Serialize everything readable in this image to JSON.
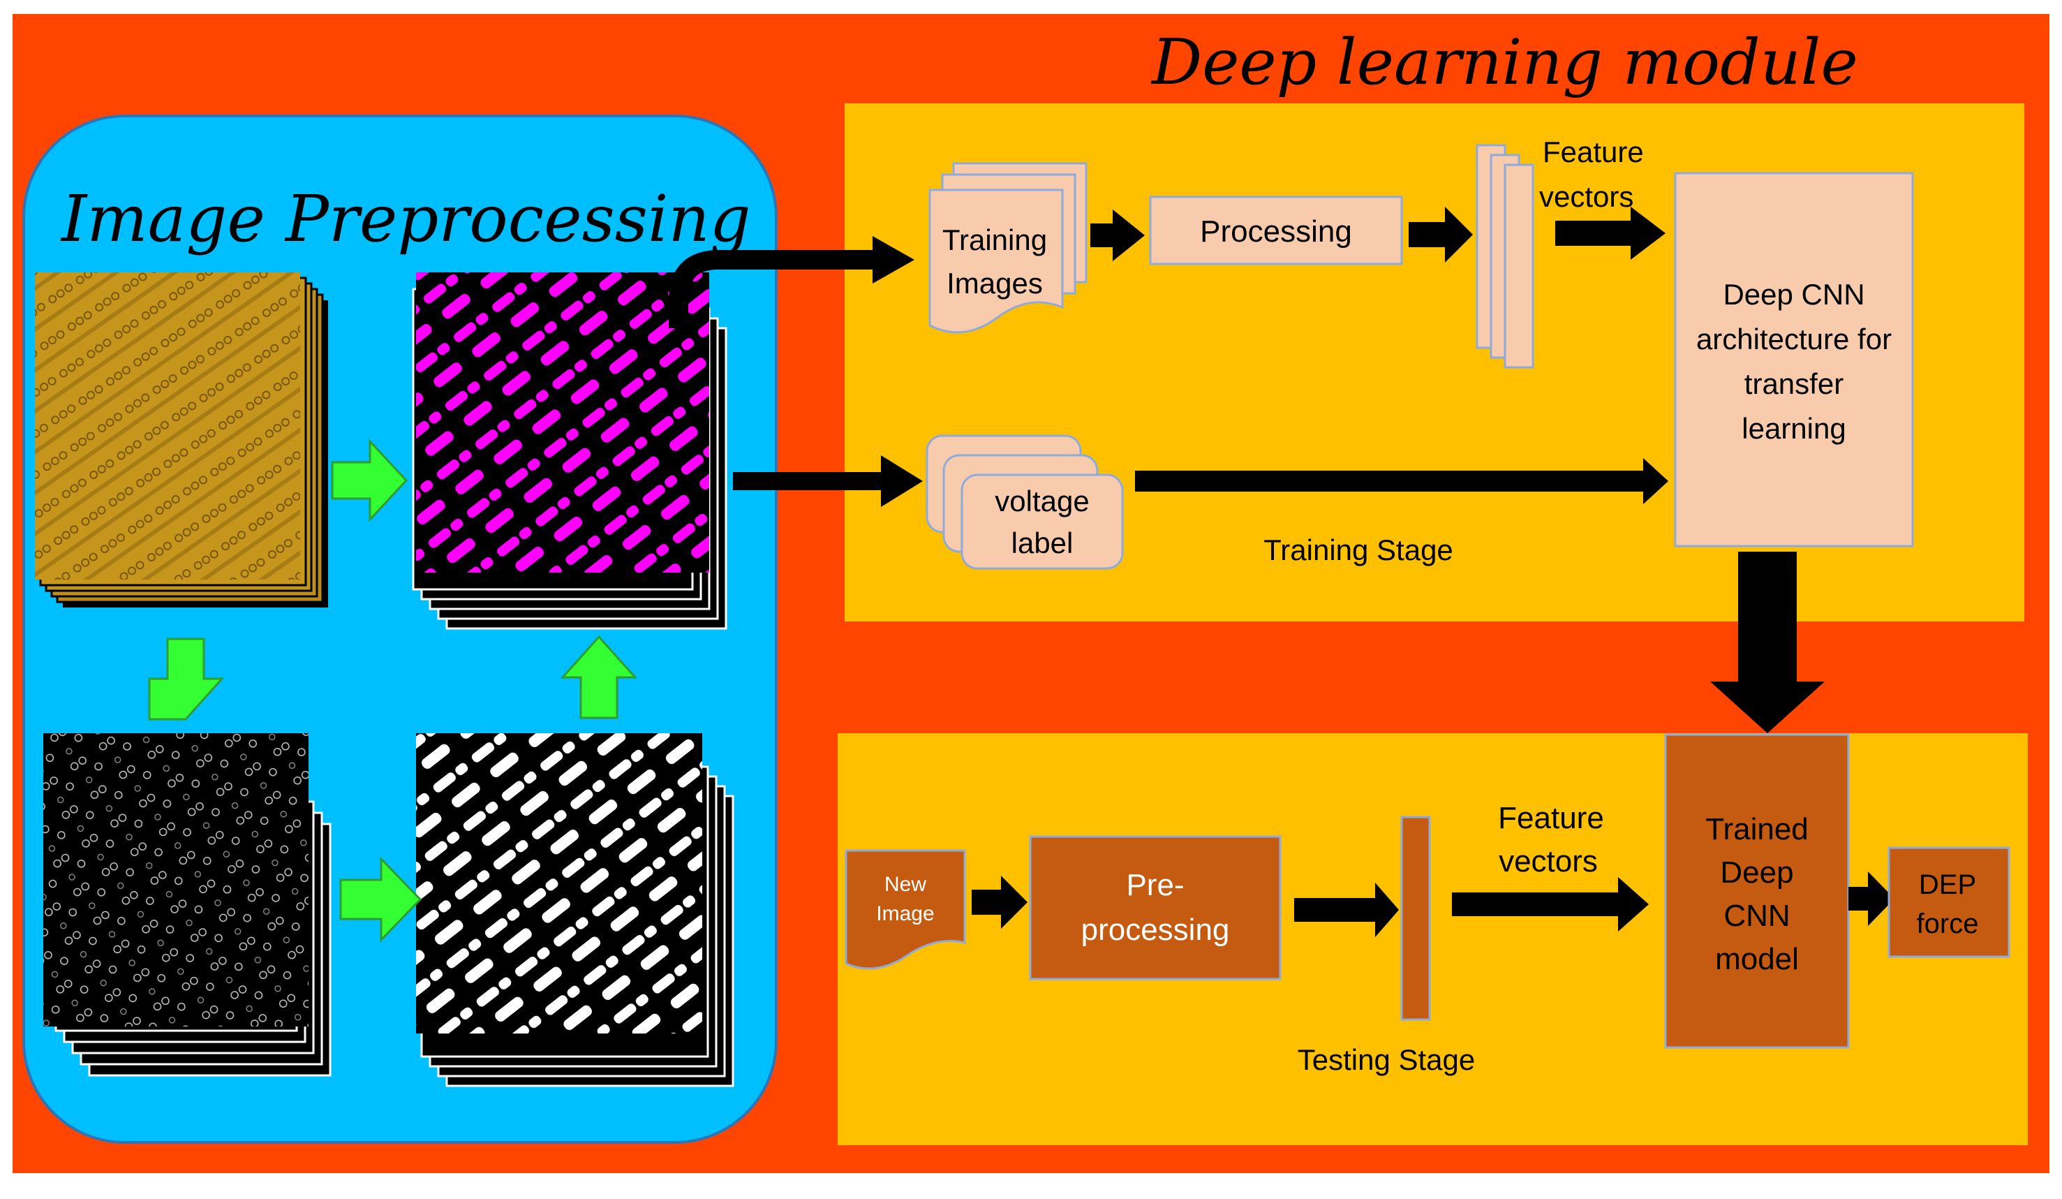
{
  "titles": {
    "image_preprocessing": "Image Preprocessing",
    "deep_learning": "Deep learning module"
  },
  "training": {
    "training_images": [
      "Training",
      "Images"
    ],
    "processing": "Processing",
    "feature_vectors": [
      "Feature",
      "vectors"
    ],
    "cnn_architecture": [
      "Deep CNN",
      "architecture for",
      "transfer",
      "learning"
    ],
    "voltage_label": [
      "voltage",
      "label"
    ],
    "stage": "Training Stage"
  },
  "testing": {
    "new_image": [
      "New",
      "Image"
    ],
    "preprocessing": [
      "Pre-",
      "processing"
    ],
    "feature_vectors": [
      "Feature",
      "vectors"
    ],
    "trained_model": [
      "Trained",
      "Deep",
      "CNN",
      "model"
    ],
    "dep_force": [
      "DEP",
      "force"
    ],
    "stage": "Testing Stage"
  },
  "colors": {
    "frame": "#FF4500",
    "panel": "#00BFFF",
    "module": "#FFC000",
    "peach": "#F8CBAD",
    "brown": "#C55A11",
    "arrow_green": "#33FF33",
    "magenta": "#FF00FF",
    "gold": "#C99A1E"
  }
}
